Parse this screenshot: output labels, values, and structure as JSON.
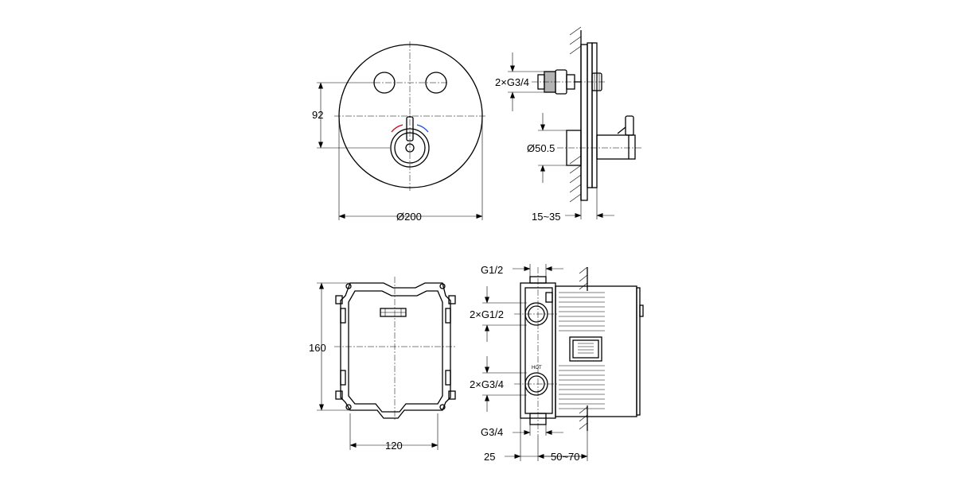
{
  "labels": {
    "top_front_height": "92",
    "top_front_diameter": "Ø200",
    "top_side_thread": "2×G3/4",
    "top_side_diameter": "Ø50.5",
    "top_side_depth": "15~35",
    "bottom_front_height": "160",
    "bottom_front_width": "120",
    "bottom_side_top_thread": "G1/2",
    "bottom_side_upper_thread": "2×G1/2",
    "bottom_side_lower_thread": "2×G3/4",
    "bottom_side_bottom_thread": "G3/4",
    "bottom_side_offset": "25",
    "bottom_side_depth": "50~70",
    "hot_marker": "HOT"
  },
  "colors": {
    "line": "#000000",
    "hot_arc": "#d0021b",
    "cold_arc": "#1f4fd8"
  }
}
